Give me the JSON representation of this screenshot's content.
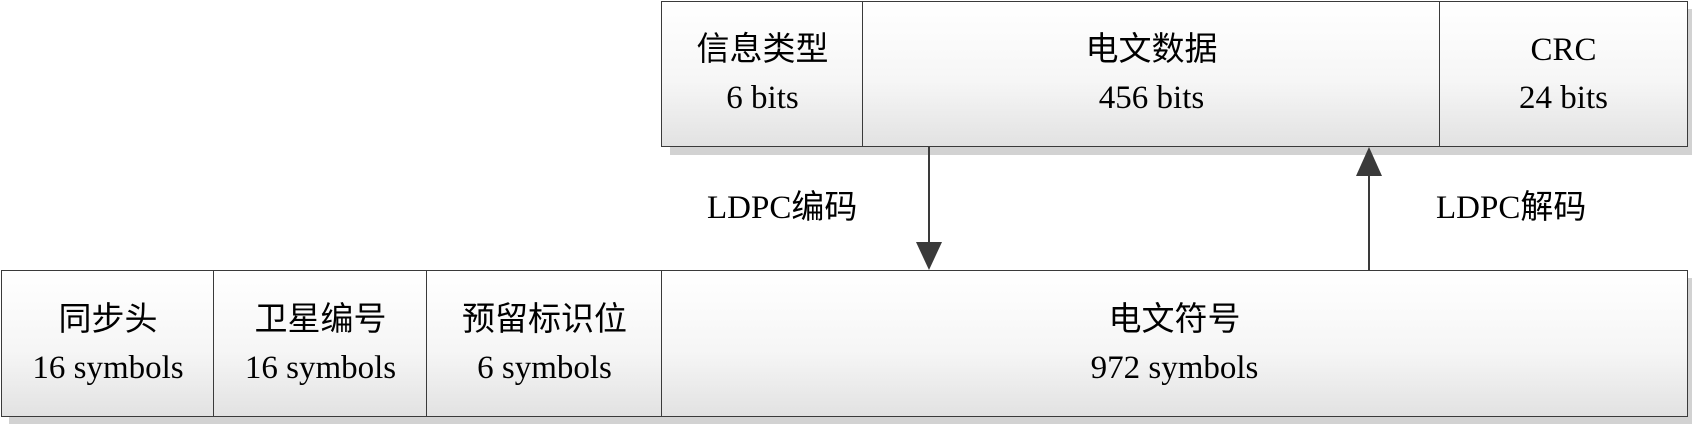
{
  "top_frame": [
    {
      "name": "信息类型",
      "size": "6 bits"
    },
    {
      "name": "电文数据",
      "size": "456 bits"
    },
    {
      "name": "CRC",
      "size": "24 bits"
    }
  ],
  "bottom_frame": [
    {
      "name": "同步头",
      "size": "16 symbols"
    },
    {
      "name": "卫星编号",
      "size": "16 symbols"
    },
    {
      "name": "预留标识位",
      "size": "6 symbols"
    },
    {
      "name": "电文符号",
      "size": "972 symbols"
    }
  ],
  "arrows": {
    "encode_label": "LDPC编码",
    "decode_label": "LDPC解码"
  },
  "colors": {
    "border": "#3a3a3a",
    "shadow": "#d2d2d2",
    "arrow": "#3a3a3a"
  }
}
